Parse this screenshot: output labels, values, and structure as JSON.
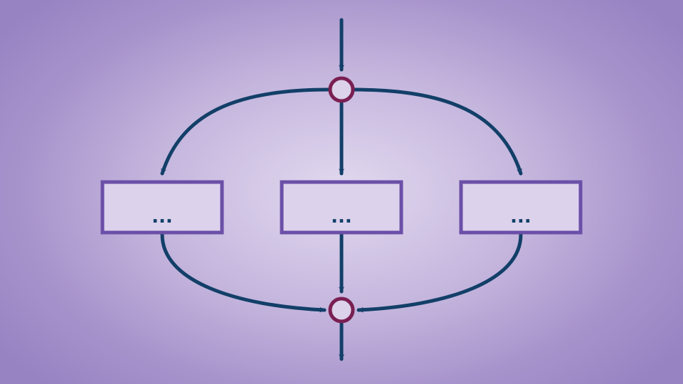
{
  "diagram": {
    "type": "fork-join-flowchart",
    "nodes": [
      {
        "id": "left-process",
        "label": "..."
      },
      {
        "id": "center-process",
        "label": "..."
      },
      {
        "id": "right-process",
        "label": "..."
      }
    ],
    "junctions": [
      {
        "id": "fork",
        "icon": "circle-fork-node"
      },
      {
        "id": "join",
        "icon": "circle-join-node"
      }
    ],
    "edges": [
      {
        "from": "entry",
        "to": "fork"
      },
      {
        "from": "fork",
        "to": "left-process"
      },
      {
        "from": "fork",
        "to": "center-process"
      },
      {
        "from": "fork",
        "to": "right-process"
      },
      {
        "from": "left-process",
        "to": "join"
      },
      {
        "from": "center-process",
        "to": "join"
      },
      {
        "from": "right-process",
        "to": "join"
      },
      {
        "from": "join",
        "to": "exit"
      }
    ]
  },
  "colors": {
    "edge": "#123f68",
    "box_stroke": "#6b4fa8",
    "box_fill": "#dcd2ec",
    "junction_stroke": "#7a1f52",
    "label": "#123f68"
  }
}
